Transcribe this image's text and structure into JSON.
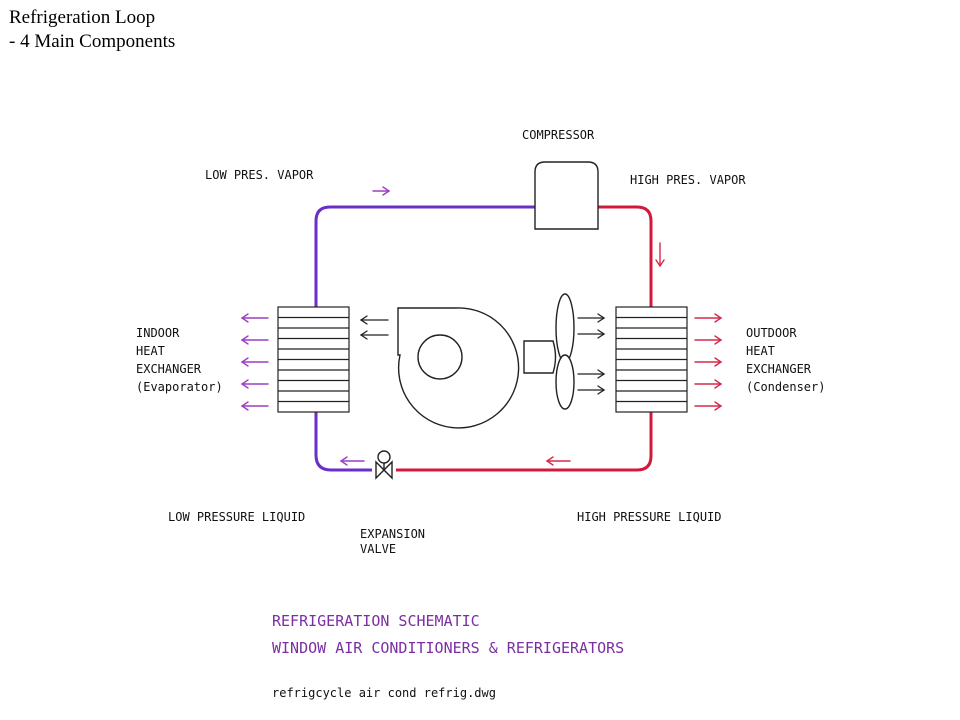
{
  "slide": {
    "title_line1": "Refrigeration Loop",
    "title_line2": "- 4 Main Components"
  },
  "labels": {
    "compressor": "COMPRESSOR",
    "low_pres_vapor": "LOW PRES. VAPOR",
    "high_pres_vapor": "HIGH PRES. VAPOR",
    "indoor_line1": "INDOOR",
    "indoor_line2": "HEAT",
    "indoor_line3": "EXCHANGER",
    "indoor_line4": "(Evaporator)",
    "outdoor_line1": "OUTDOOR",
    "outdoor_line2": "HEAT",
    "outdoor_line3": "EXCHANGER",
    "outdoor_line4": "(Condenser)",
    "low_pressure_liquid": "LOW PRESSURE LIQUID",
    "high_pressure_liquid": "HIGH PRESSURE LIQUID",
    "expansion_line1": "EXPANSION",
    "expansion_line2": "VALVE"
  },
  "caption": {
    "line1": "REFRIGERATION SCHEMATIC",
    "line2": "WINDOW AIR CONDITIONERS & REFRIGERATORS",
    "filename": "refrigcycle air cond refrig.dwg"
  },
  "colors": {
    "low_side": "#6a2fc9",
    "high_side": "#d01a3c",
    "arrow_purple": "#9b3fc4",
    "arrow_red": "#d42a4a",
    "ink": "#222222",
    "caption": "#7a2fa3"
  }
}
